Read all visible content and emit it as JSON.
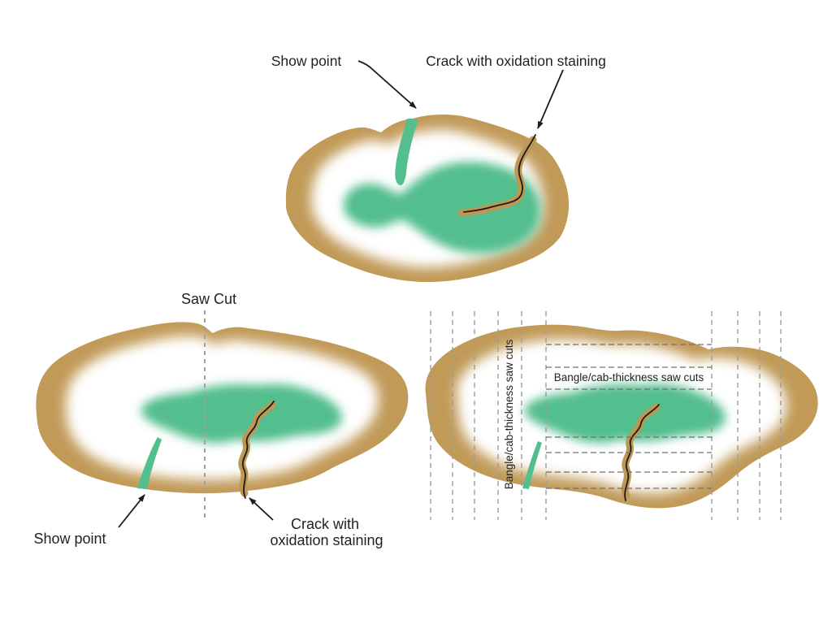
{
  "figures": {
    "top": {
      "show_point_label": "Show point",
      "crack_label": "Crack with oxidation staining"
    },
    "bottom_left": {
      "saw_cut_label": "Saw Cut",
      "show_point_label": "Show point",
      "crack_label_line1": "Crack with",
      "crack_label_line2": "oxidation staining"
    },
    "bottom_right": {
      "vertical_saw_cuts_label": "Bangle/cab-thickness saw cuts",
      "horizontal_saw_cuts_label": "Bangle/cab-thickness saw cuts"
    }
  },
  "colors": {
    "rind_tan": "#C19A58",
    "stain_tan": "#BD9853",
    "jade_green": "#53BE8E",
    "line_black": "#1C1A1B",
    "text": "#231F20",
    "saw_cut_gray": "#A0A0A0",
    "vertical_dash_gray": "#9C9C9C",
    "horizontal_dash_gray": "#707070",
    "background": "#FFFFFF"
  }
}
